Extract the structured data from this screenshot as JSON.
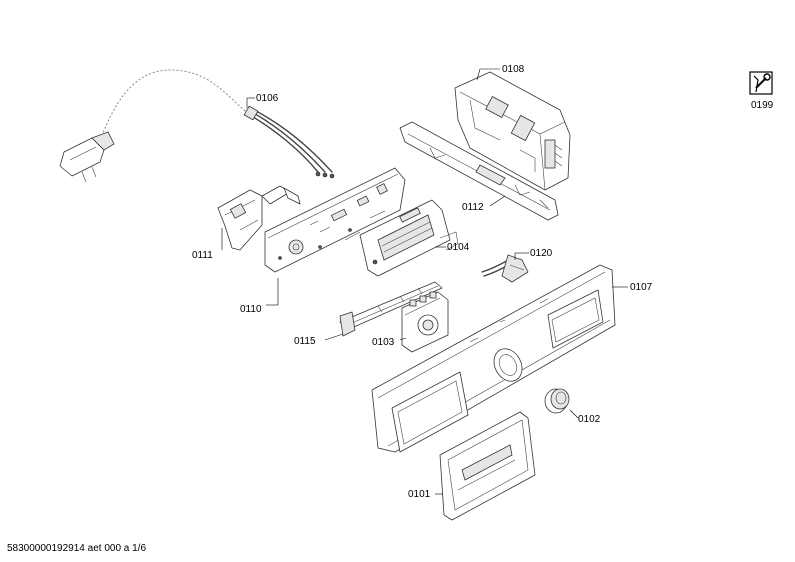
{
  "diagram": {
    "parts": [
      {
        "id": "0106",
        "label": "0106"
      },
      {
        "id": "0108",
        "label": "0108"
      },
      {
        "id": "0199",
        "label": "0199"
      },
      {
        "id": "0111",
        "label": "0111"
      },
      {
        "id": "0104",
        "label": "0104"
      },
      {
        "id": "0112",
        "label": "0112"
      },
      {
        "id": "0120",
        "label": "0120"
      },
      {
        "id": "0107",
        "label": "0107"
      },
      {
        "id": "0110",
        "label": "0110"
      },
      {
        "id": "0115",
        "label": "0115"
      },
      {
        "id": "0103",
        "label": "0103"
      },
      {
        "id": "0102",
        "label": "0102"
      },
      {
        "id": "0101",
        "label": "0101"
      }
    ],
    "icons": {
      "service": "wrench-service-icon"
    }
  },
  "footer": {
    "doc_id": "58300000192914 aet 000 a 1/6"
  }
}
